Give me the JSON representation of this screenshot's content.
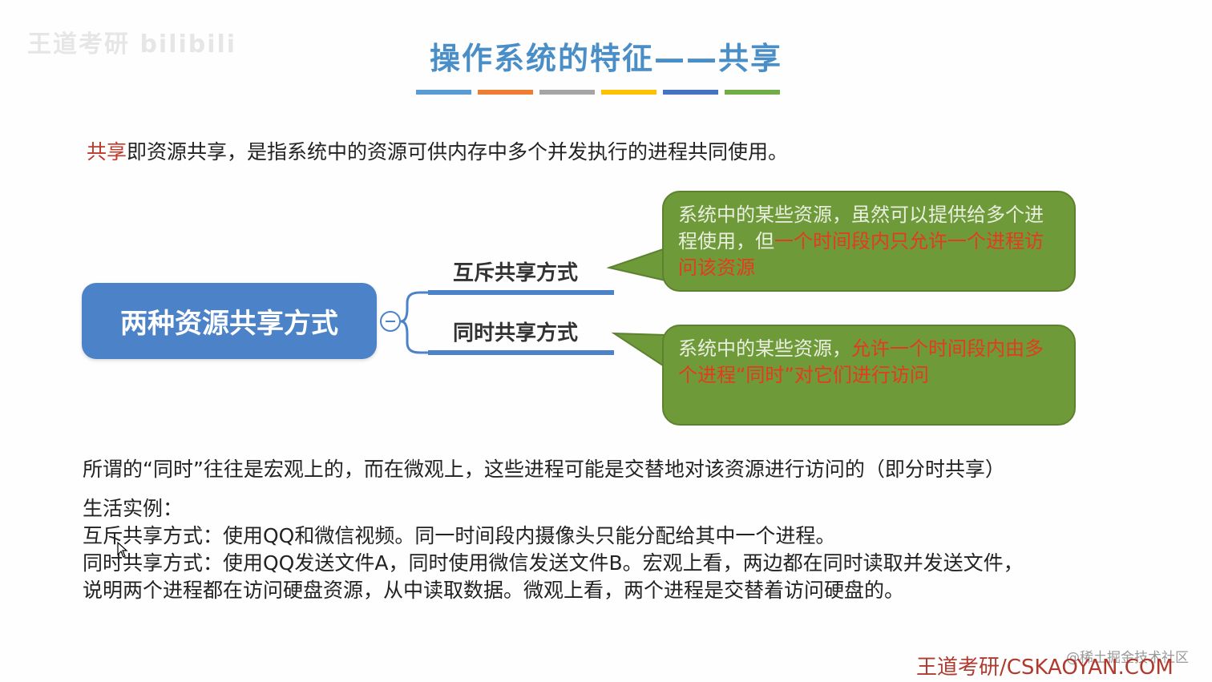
{
  "watermark": "王道考研 bilibili",
  "slide": {
    "title": "操作系统的特征——共享",
    "title_bar_colors": [
      "#5b9bd5",
      "#ed7d31",
      "#a5a5a5",
      "#ffc000",
      "#4472c4",
      "#70ad47"
    ],
    "definition": {
      "term": "共享",
      "rest": "即资源共享，是指系统中的资源可供内存中多个并发执行的进程共同使用。"
    },
    "mindmap": {
      "root": "两种资源共享方式",
      "branches": [
        {
          "label": "互斥共享方式",
          "bubble_normal": "系统中的某些资源，虽然可以提供给多个进程使用，但",
          "bubble_highlight": "一个时间段内只允许一个进程访问该资源",
          "bubble_after": ""
        },
        {
          "label": "同时共享方式",
          "bubble_normal": "系统中的某些资源，",
          "bubble_highlight": "允许一个时间段内由多个进程“同时”对它们进行访问",
          "bubble_after": ""
        }
      ]
    },
    "note": "所谓的“同时”往往是宏观上的，而在微观上，这些进程可能是交替地对该资源进行访问的（即分时共享）",
    "examples": {
      "heading": "生活实例：",
      "lines": [
        "互斥共享方式：使用QQ和微信视频。同一时间段内摄像头只能分配给其中一个进程。",
        "同时共享方式：使用QQ发送文件A，同时使用微信发送文件B。宏观上看，两边都在同时读取并发送文件，",
        "说明两个进程都在访问硬盘资源，从中读取数据。微观上看，两个进程是交替着访问硬盘的。"
      ]
    },
    "footer_watermark": "@稀土掘金技术社区",
    "footer_brand": "王道考研/CSKAOYAN.COM"
  }
}
